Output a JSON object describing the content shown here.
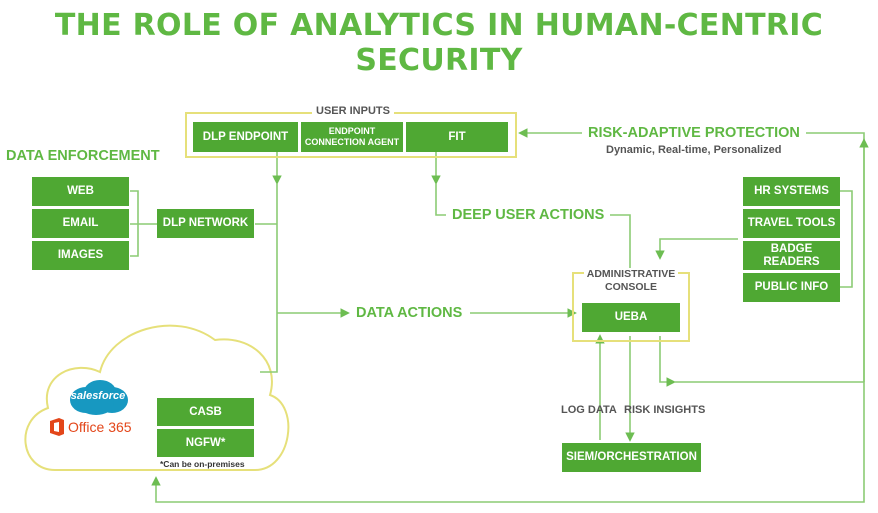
{
  "title": "THE ROLE OF ANALYTICS IN HUMAN-CENTRIC SECURITY",
  "colors": {
    "green_box": "#4fa833",
    "green_text": "#5fb843",
    "frame_yellow": "#e6e07a",
    "office_orange": "#e3461a",
    "salesforce_blue": "#1798c1"
  },
  "user_inputs": {
    "label": "USER INPUTS",
    "items": [
      "DLP ENDPOINT",
      "ENDPOINT CONNECTION AGENT",
      "FIT"
    ]
  },
  "data_enforcement": {
    "label": "DATA ENFORCEMENT",
    "items": [
      "WEB",
      "EMAIL",
      "IMAGES"
    ],
    "dlp_network": "DLP NETWORK"
  },
  "risk_adaptive": {
    "label": "RISK-ADAPTIVE PROTECTION",
    "sublabel": "Dynamic, Real-time, Personalized"
  },
  "deep_user_actions": "DEEP USER ACTIONS",
  "data_actions": "DATA ACTIONS",
  "sources": [
    "HR SYSTEMS",
    "TRAVEL TOOLS",
    "BADGE READERS",
    "PUBLIC INFO"
  ],
  "console": {
    "label": "ADMINISTRATIVE CONSOLE",
    "ueba": "UEBA"
  },
  "log_data": "LOG DATA",
  "risk_insights": "RISK INSIGHTS",
  "siem": "SIEM/ORCHESTRATION",
  "cloud": {
    "salesforce": "salesforce",
    "office": "Office 365",
    "casb": "CASB",
    "ngfw": "NGFW*",
    "note": "*Can be on-premises",
    "icons": [
      "salesforce-logo-icon",
      "office-logo-icon"
    ]
  }
}
